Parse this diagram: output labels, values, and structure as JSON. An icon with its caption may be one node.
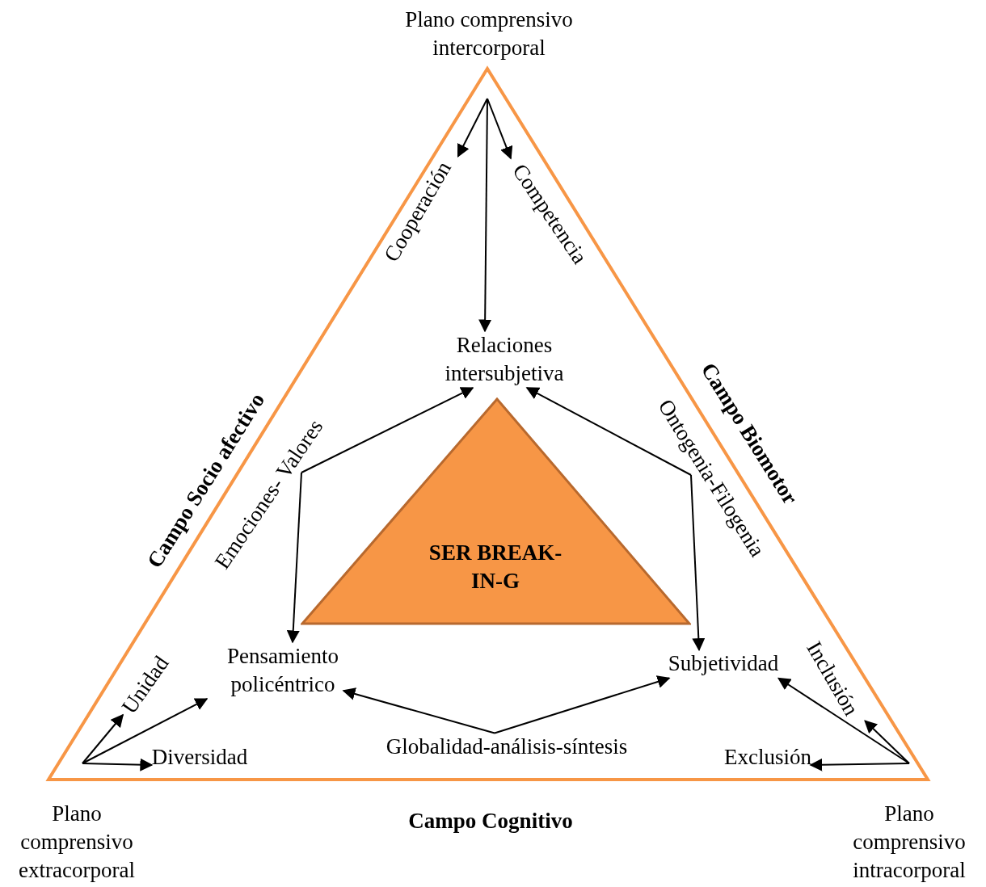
{
  "diagram": {
    "nodes": [
      {
        "text": [
          "Plano comprensivo intercorporal"
        ]
      },
      {
        "text": [
          "Cooperación"
        ]
      },
      {
        "text": [
          "Competencia"
        ]
      },
      {
        "text": [
          "Relaciones intersubjetiva"
        ]
      },
      {
        "text": [
          "Emociones- Valores"
        ]
      },
      {
        "text": [
          "Ontogenia-Filogenia"
        ]
      },
      {
        "text": [
          "SER BREAK-IN-G"
        ]
      },
      {
        "text": [
          "Pensamiento policéntrico"
        ]
      },
      {
        "text": [
          "Subjetividad"
        ]
      },
      {
        "text": [
          "Unidad"
        ]
      },
      {
        "text": [
          "Diversidad"
        ]
      },
      {
        "text": [
          "Globalidad-análisis-síntesis"
        ]
      },
      {
        "text": [
          "Inclusión"
        ]
      },
      {
        "text": [
          "Exclusión"
        ]
      },
      {
        "text": [
          "Plano comprensivo extracorporal"
        ]
      },
      {
        "text": [
          "Plano comprensivo intracorporal"
        ]
      }
    ],
    "edges": [
      {
        "from": null,
        "to": 1,
        "arrow": "to"
      },
      {
        "from": null,
        "to": 2,
        "arrow": "to"
      },
      {
        "from": null,
        "to": 3,
        "arrow": "to"
      },
      {
        "from": 4,
        "to": 3,
        "arrow": "to"
      },
      {
        "from": 4,
        "to": 7,
        "arrow": "to"
      },
      {
        "from": 5,
        "to": 3,
        "arrow": "to"
      },
      {
        "from": 5,
        "to": 8,
        "arrow": "to"
      },
      {
        "from": 11,
        "to": 7,
        "arrow": "to"
      },
      {
        "from": 11,
        "to": 8,
        "arrow": "to"
      },
      {
        "from": null,
        "to": 9,
        "arrow": "to"
      },
      {
        "from": null,
        "to": 7,
        "arrow": "to"
      },
      {
        "from": null,
        "to": 10,
        "arrow": "to"
      },
      {
        "from": null,
        "to": 8,
        "arrow": "to"
      },
      {
        "from": null,
        "to": 12,
        "arrow": "to"
      },
      {
        "from": null,
        "to": 13,
        "arrow": "to"
      }
    ],
    "labels": [
      "Campo Socio afectivo",
      "Campo Biomotor",
      "Campo Cognitivo"
    ]
  }
}
